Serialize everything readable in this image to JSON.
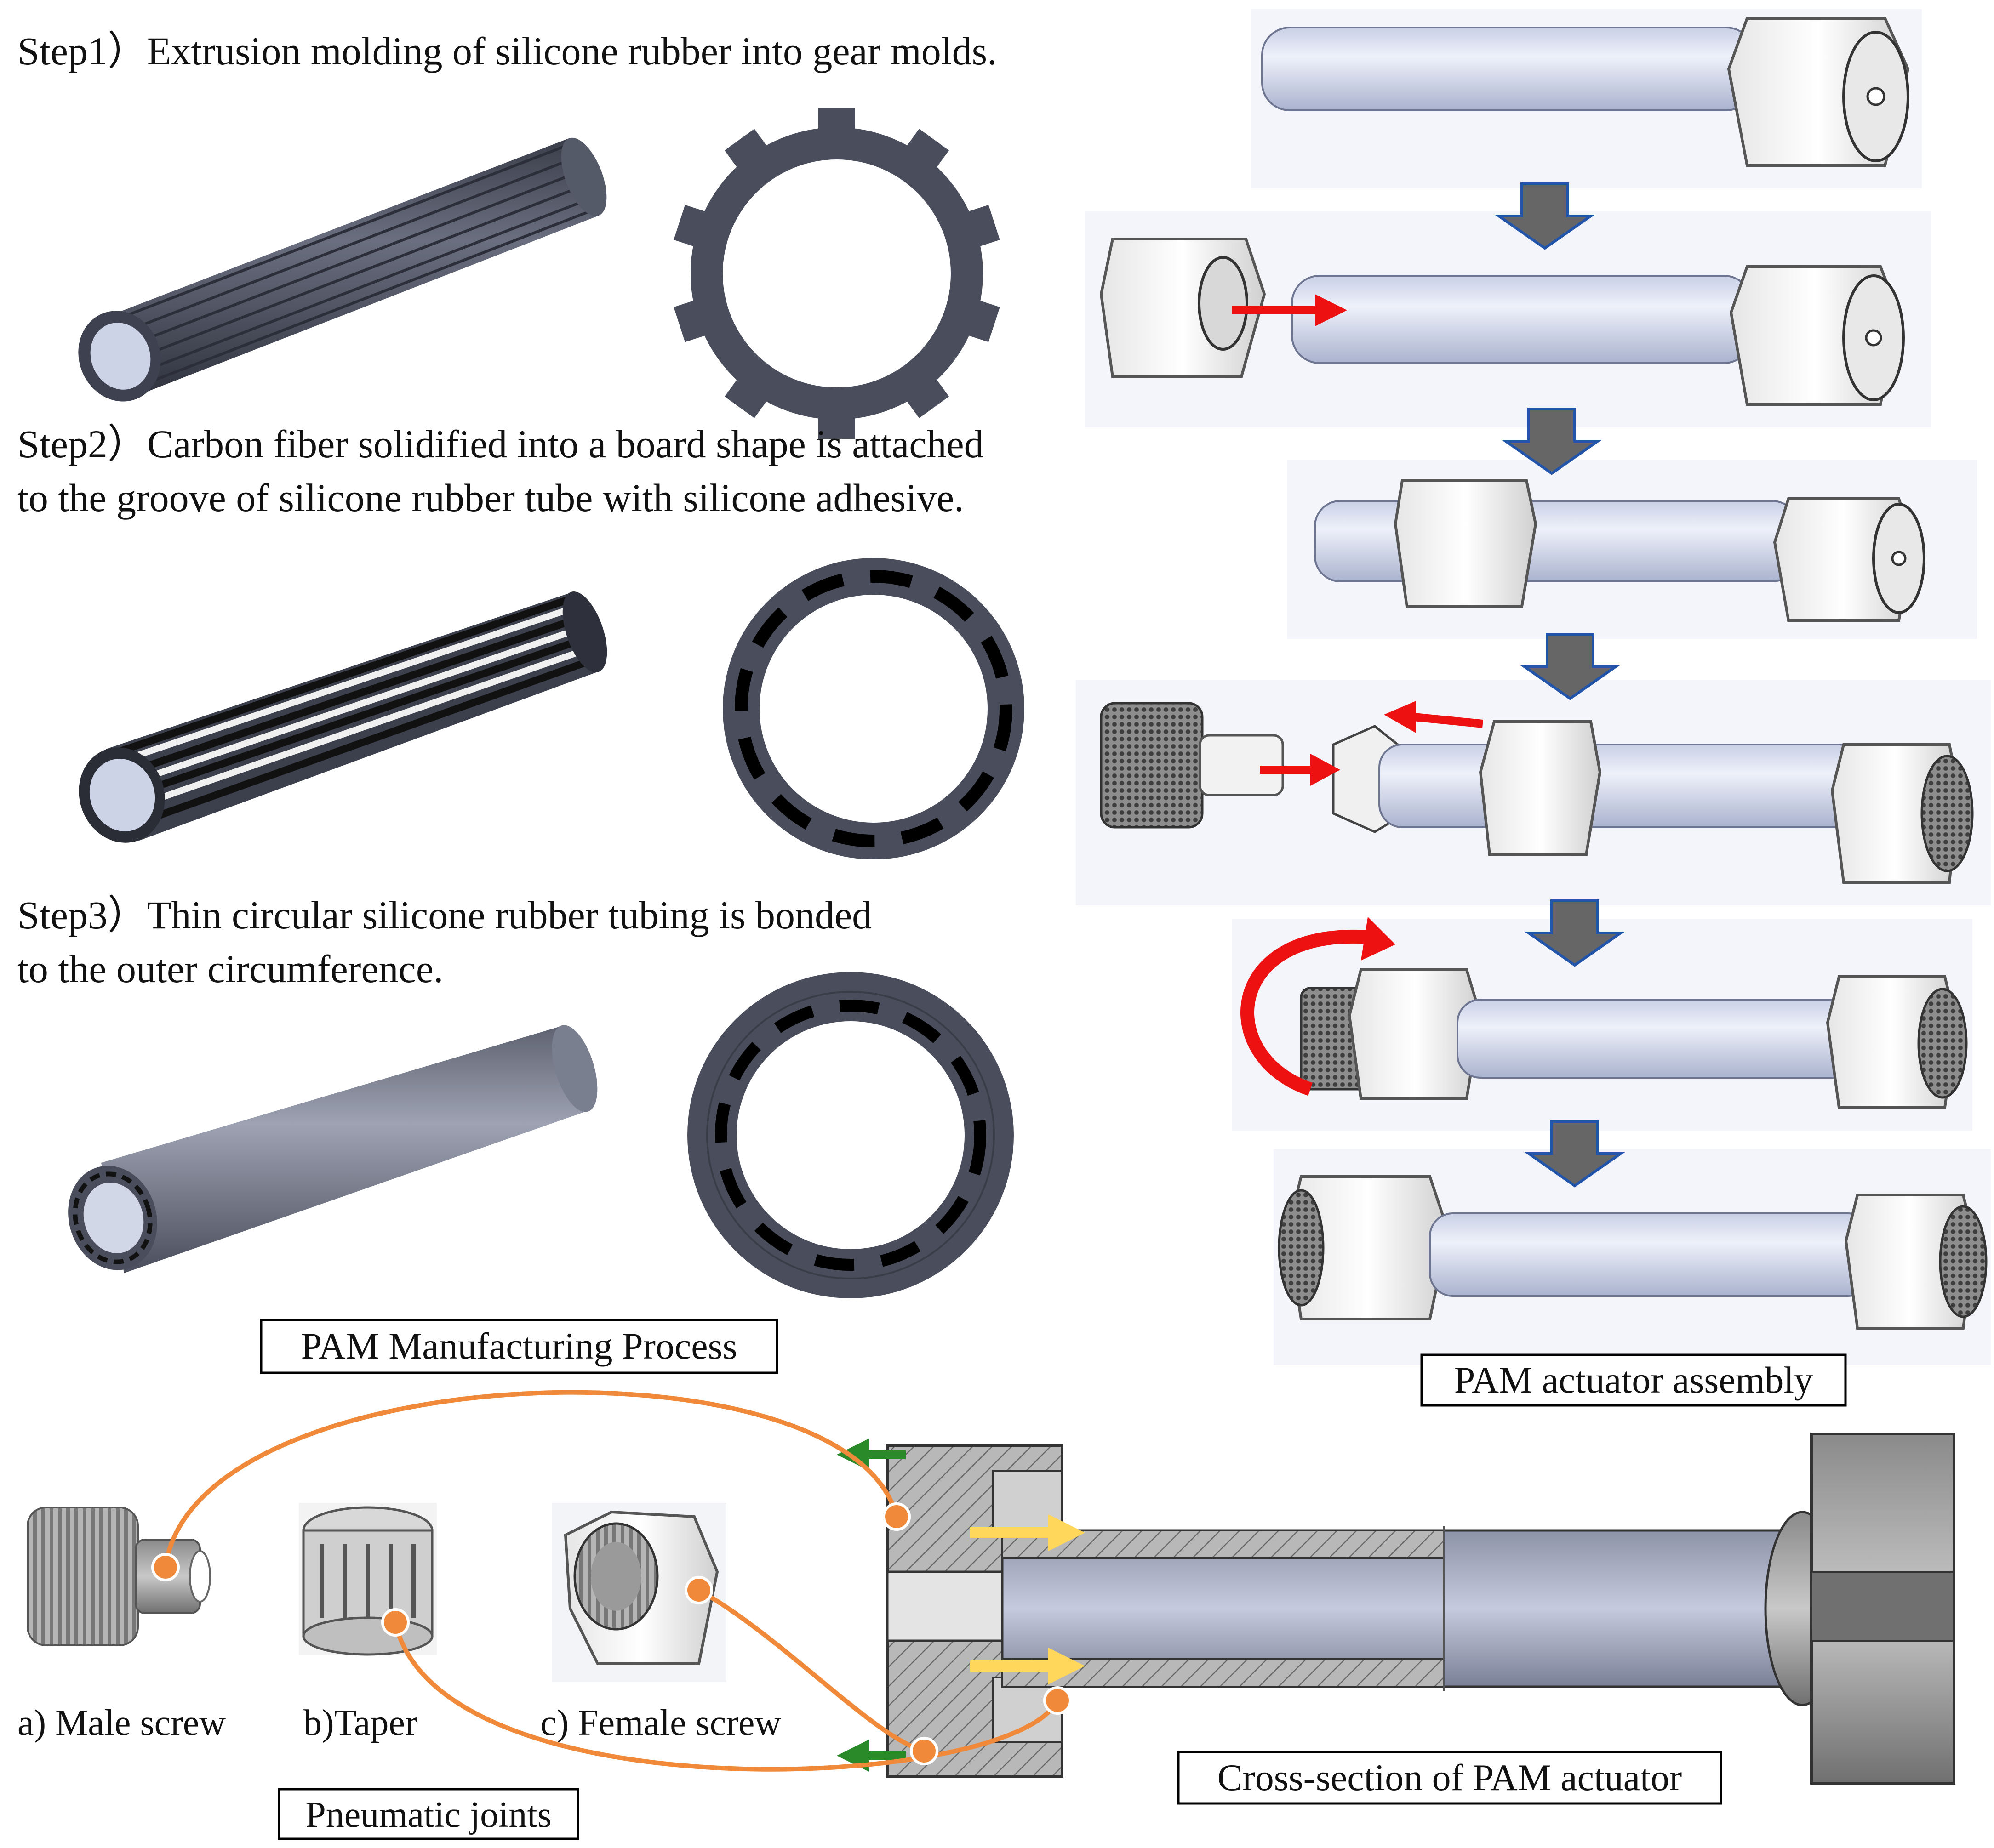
{
  "steps": {
    "step1": "Step1）Extrusion molding of silicone rubber into gear molds.",
    "step2_line1": "Step2）Carbon fiber solidified into a board shape is attached",
    "step2_line2": "to the groove of silicone rubber tube with silicone adhesive.",
    "step3_line1": "Step3）Thin circular silicone rubber tubing is bonded",
    "step3_line2": "to the outer circumference."
  },
  "labels": {
    "manufacturing": "PAM Manufacturing Process",
    "assembly": "PAM actuator assembly",
    "cross_section": "Cross-section of PAM actuator",
    "joints": "Pneumatic joints",
    "male_screw": "a) Male screw",
    "taper": "b)Taper",
    "female_screw": "c) Female screw"
  },
  "colors": {
    "rubber": "#4a4e5c",
    "tube_blue": "#d8def0",
    "nut": "#f4f4f4",
    "arrow_red": "#ee1111",
    "arrow_gray": "#666666",
    "arrow_outline": "#2255aa",
    "leader_orange": "#f08a3a",
    "flow_yellow": "#ffd75a",
    "flow_green": "#2a8a2a"
  }
}
